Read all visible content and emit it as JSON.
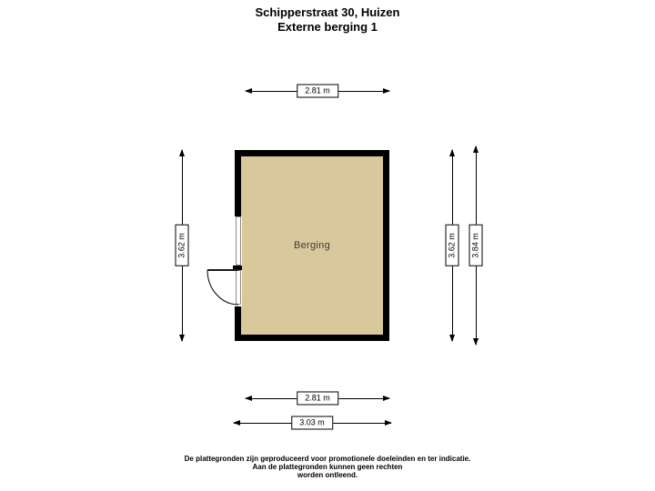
{
  "title": {
    "line1": "Schipperstraat 30, Huizen",
    "line2": "Externe berging 1"
  },
  "room": {
    "label": "Berging",
    "fill_color": "#d9c89b",
    "wall_color": "#000000"
  },
  "dimensions": {
    "top_width": "2.81 m",
    "left_height": "3.62 m",
    "right_inner_height": "3.62 m",
    "right_outer_height": "3.84 m",
    "bottom_inner_width": "2.81 m",
    "bottom_outer_width": "3.03 m"
  },
  "footer": {
    "line1": "De plattegronden zijn geproduceerd voor promotionele doeleinden en ter indicatie.",
    "line2": "Aan de plattegronden kunnen geen rechten",
    "line3": "worden ontleend."
  }
}
